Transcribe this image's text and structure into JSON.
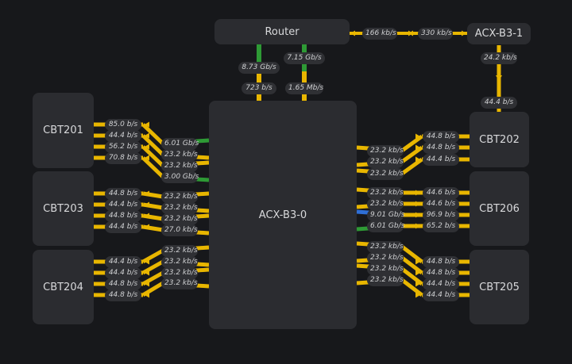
{
  "colors": {
    "background": "#17181b",
    "node": "#2b2c30",
    "label": "#2f3034",
    "yellow": "#e8b600",
    "green": "#2e9a35",
    "blue": "#2f6fd6"
  },
  "nodes": {
    "router": "Router",
    "acx_b3_1": "ACX-B3-1",
    "acx_b3_0": "ACX-B3-0",
    "cbt201": "CBT201",
    "cbt203": "CBT203",
    "cbt204": "CBT204",
    "cbt202": "CBT202",
    "cbt206": "CBT206",
    "cbt205": "CBT205"
  },
  "link_labels": {
    "router_acx1_left": "166 kb/s",
    "router_acx1_right": "330 kb/s",
    "acx1_down_top": "24.2 kb/s",
    "acx1_down_bottom": "44.4 b/s",
    "router_acx0_a_top": "8.73 Gb/s",
    "router_acx0_b_top": "7.15 Gb/s",
    "router_acx0_a_bottom": "723 b/s",
    "router_acx0_b_bottom": "1.65 Mb/s",
    "cbt201_near": [
      "85.0 b/s",
      "44.4 b/s",
      "56.2 b/s",
      "70.8 b/s"
    ],
    "cbt201_far": [
      "6.01 Gb/s",
      "23.2 kb/s",
      "23.2 kb/s",
      "3.00 Gb/s"
    ],
    "cbt203_near": [
      "44.8 b/s",
      "44.4 b/s",
      "44.8 b/s",
      "44.4 b/s"
    ],
    "cbt203_far": [
      "23.2 kb/s",
      "23.2 kb/s",
      "23.2 kb/s",
      "27.0 kb/s"
    ],
    "cbt204_near": [
      "44.4 b/s",
      "44.4 b/s",
      "44.8 b/s",
      "44.8 b/s"
    ],
    "cbt204_far": [
      "23.2 kb/s",
      "23.2 kb/s",
      "23.2 kb/s",
      "23.2 kb/s"
    ],
    "cbt202_far": [
      "23.2 kb/s",
      "23.2 kb/s",
      "23.2 kb/s"
    ],
    "cbt202_near": [
      "44.8 b/s",
      "44.8 b/s",
      "44.4 b/s"
    ],
    "cbt206_far": [
      "23.2 kb/s",
      "23.2 kb/s",
      "9.01 Gb/s",
      "6.01 Gb/s"
    ],
    "cbt206_near": [
      "44.6 b/s",
      "44.6 b/s",
      "96.9 b/s",
      "65.2 b/s"
    ],
    "cbt205_far": [
      "23.2 kb/s",
      "23.2 kb/s",
      "23.2 kb/s",
      "23.2 kb/s"
    ],
    "cbt205_near": [
      "44.8 b/s",
      "44.8 b/s",
      "44.4 b/s",
      "44.4 b/s"
    ]
  }
}
